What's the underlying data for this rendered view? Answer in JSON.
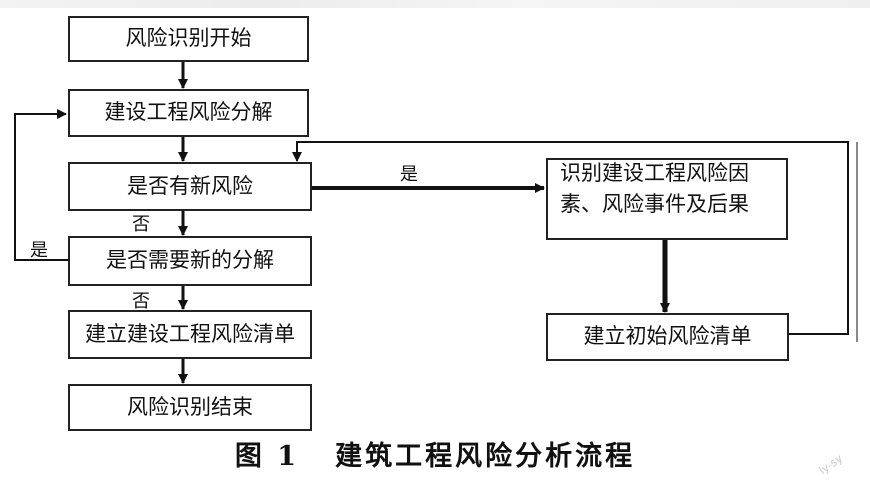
{
  "boxes": {
    "start": "风险识别开始",
    "decompose": "建设工程风险分解",
    "new_risk": "是否有新风险",
    "need_decompose": "是否需要新的分解",
    "build_list": "建立建设工程风险清单",
    "end": "风险识别结束",
    "identify_line1": "识别建设工程风险因",
    "identify_line2": "素、风险事件及后果",
    "initial_list": "建立初始风险清单"
  },
  "labels": {
    "yes_right": "是",
    "no_1": "否",
    "yes_left": "是",
    "no_2": "否"
  },
  "caption": {
    "figure": "图 1",
    "title": "建筑工程风险分析流程"
  },
  "watermark": "ly-sy"
}
